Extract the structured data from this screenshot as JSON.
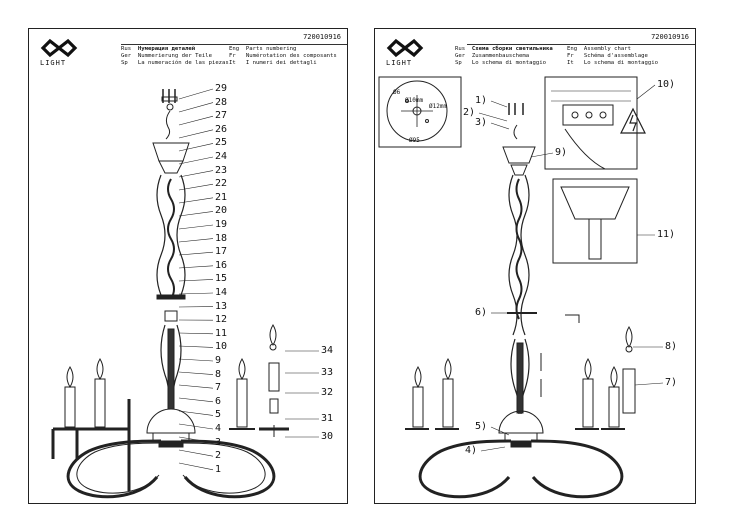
{
  "brand": {
    "name": "LIGHT",
    "logo_icon": "infinity-logo-icon"
  },
  "left_sheet": {
    "doc_number": "720010916",
    "header": [
      {
        "code": "Rus",
        "text": "Нумерация деталей"
      },
      {
        "code": "Ger",
        "text": "Nummerierung der Teile"
      },
      {
        "code": "Sp",
        "text": "La numeración de las piezas"
      }
    ],
    "header_right": [
      {
        "code": "Eng",
        "text": "Parts numbering"
      },
      {
        "code": "Fr",
        "text": "Numérotation des composants"
      },
      {
        "code": "It",
        "text": "I numeri dei dettagli"
      }
    ],
    "part_numbers": [
      "29",
      "28",
      "27",
      "26",
      "25",
      "24",
      "23",
      "22",
      "21",
      "20",
      "19",
      "18",
      "17",
      "16",
      "15",
      "14",
      "13",
      "12",
      "11",
      "10",
      "9",
      "8",
      "7",
      "6",
      "5",
      "4",
      "3",
      "2",
      "1"
    ],
    "side_numbers": [
      "34",
      "33",
      "32",
      "31",
      "30"
    ]
  },
  "right_sheet": {
    "doc_number": "720010916",
    "header": [
      {
        "code": "Rus",
        "text": "Схема сборки светильника"
      },
      {
        "code": "Ger",
        "text": "Zusammenbauschema"
      },
      {
        "code": "Sp",
        "text": "Lo schema di montaggio"
      }
    ],
    "header_right": [
      {
        "code": "Eng",
        "text": "Assembly chart"
      },
      {
        "code": "Fr",
        "text": "Schéma d'assemblage"
      },
      {
        "code": "It",
        "text": "Lo schema di montaggio"
      }
    ],
    "steps": [
      "1)",
      "2)",
      "3)",
      "4)",
      "5)",
      "6)",
      "7)",
      "8)",
      "9)",
      "10)",
      "11)"
    ],
    "dimensions": {
      "d1": "Ø6",
      "d2": "Ø10mm",
      "d3": "Ø12mm",
      "d4": "Ø95"
    },
    "warning_icon": "high-voltage-icon"
  }
}
